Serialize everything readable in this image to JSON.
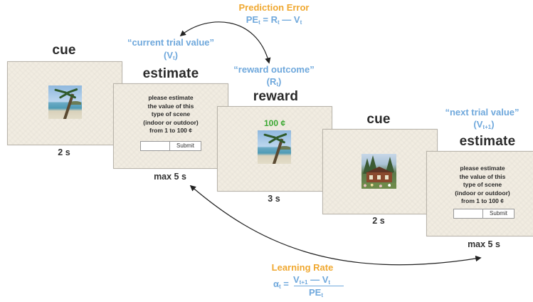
{
  "prediction_error": {
    "title": "Prediction Error",
    "formula": {
      "lhs": "PE",
      "lhs_sub": "t",
      "eq": " = ",
      "r": "R",
      "r_sub": "t",
      "minus": " — ",
      "v": "V",
      "v_sub": "t"
    }
  },
  "labels": {
    "current_trial_value": "“current trial value”",
    "current_trial_symbol": {
      "base": "(V",
      "sub": "t",
      "end": ")"
    },
    "reward_outcome": "“reward outcome”",
    "reward_outcome_symbol": {
      "base": "(R",
      "sub": "t",
      "end": ")"
    },
    "next_trial_value": "“next trial value”",
    "next_trial_symbol": {
      "base": "(V",
      "sub": "t+1",
      "end": ")"
    }
  },
  "screens": [
    {
      "title": "cue",
      "duration": "2 s"
    },
    {
      "title": "estimate",
      "duration": "max 5 s",
      "prompt_lines": [
        "please estimate",
        "the value of this",
        "type of scene",
        "(indoor or outdoor)",
        "from 1 to 100 ¢"
      ],
      "submit_label": "Submit"
    },
    {
      "title": "reward",
      "duration": "3 s",
      "reward_value": "100 ¢"
    },
    {
      "title": "cue",
      "duration": "2 s"
    },
    {
      "title": "estimate",
      "duration": "max 5 s",
      "prompt_lines": [
        "please estimate",
        "the value of this",
        "type of scene",
        "(indoor or outdoor)",
        "from 1 to 100 ¢"
      ],
      "submit_label": "Submit"
    }
  ],
  "learning_rate": {
    "title": "Learning Rate",
    "lhs": "α",
    "lhs_sub": "t",
    "eq": " = ",
    "num_a": "V",
    "num_a_sub": "t+1",
    "num_minus": " — ",
    "num_b": "V",
    "num_b_sub": "t",
    "den": "PE",
    "den_sub": "t"
  },
  "colors": {
    "accent_blue": "#6fa8dc",
    "accent_orange": "#f0a830",
    "reward_green": "#3aa832",
    "screen_bg": "#f1ece1"
  }
}
